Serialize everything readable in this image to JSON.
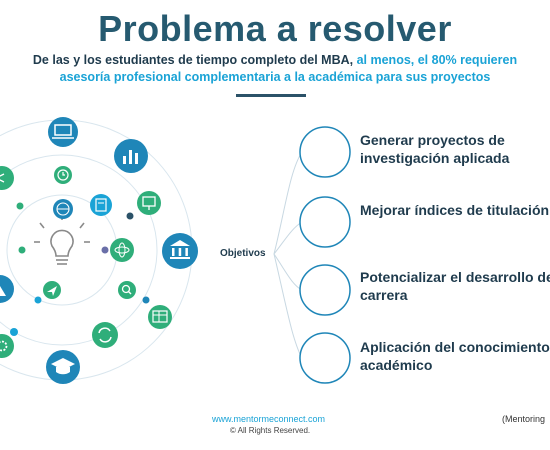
{
  "slide": {
    "title": "Problema a resolver",
    "subtitle_part1": "De las y los estudiantes de tiempo completo del MBA,",
    "subtitle_part2": "al menos, el 80% requieren",
    "subtitle_line2": "asesoría profesional complementaria a la académica para sus proyectos",
    "objetivos_label": "Objetivos",
    "objectives": [
      "Generar proyectos de investigación aplicada",
      "Mejorar índices de titulación",
      "Potencializar el desarrollo de carrera",
      "Aplicación del conocimiento académico"
    ],
    "footer_url": "www.mentormeconnect.com",
    "footer_rights": "©  All Rights Reserved.",
    "footer_credit": "(Mentoring"
  },
  "colors": {
    "title": "#265a70",
    "accent": "#1aa3d6",
    "circle_outline": "#1f86b8",
    "icon_blue": "#1f86b8",
    "icon_green": "#2fae7a",
    "icon_teal": "#2a9d8f"
  }
}
